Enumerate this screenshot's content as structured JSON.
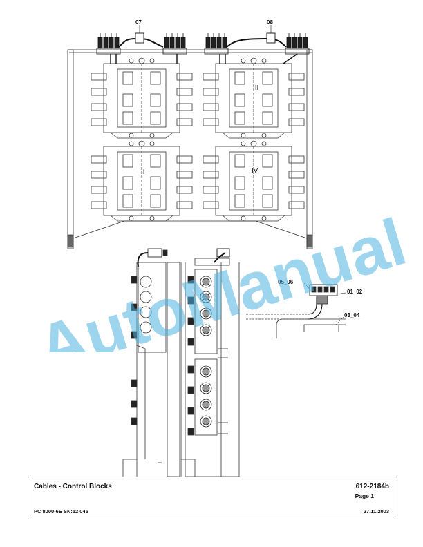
{
  "callouts": {
    "c07": "07",
    "c08": "08",
    "c05_06": "05_06",
    "c01_02": "01_02",
    "c03_04": "03_04"
  },
  "block_numerals": {
    "ii": "II",
    "iii": "III",
    "iv": "IV"
  },
  "watermark": {
    "text": "AutoManual",
    "color": "#4fb3e0"
  },
  "title_block": {
    "title": "Cables - Control Blocks",
    "doc_number": "612-2184b",
    "page": "Page 1",
    "model": "PC 8000-6E SN:12 045",
    "date": "27.11.2003"
  }
}
